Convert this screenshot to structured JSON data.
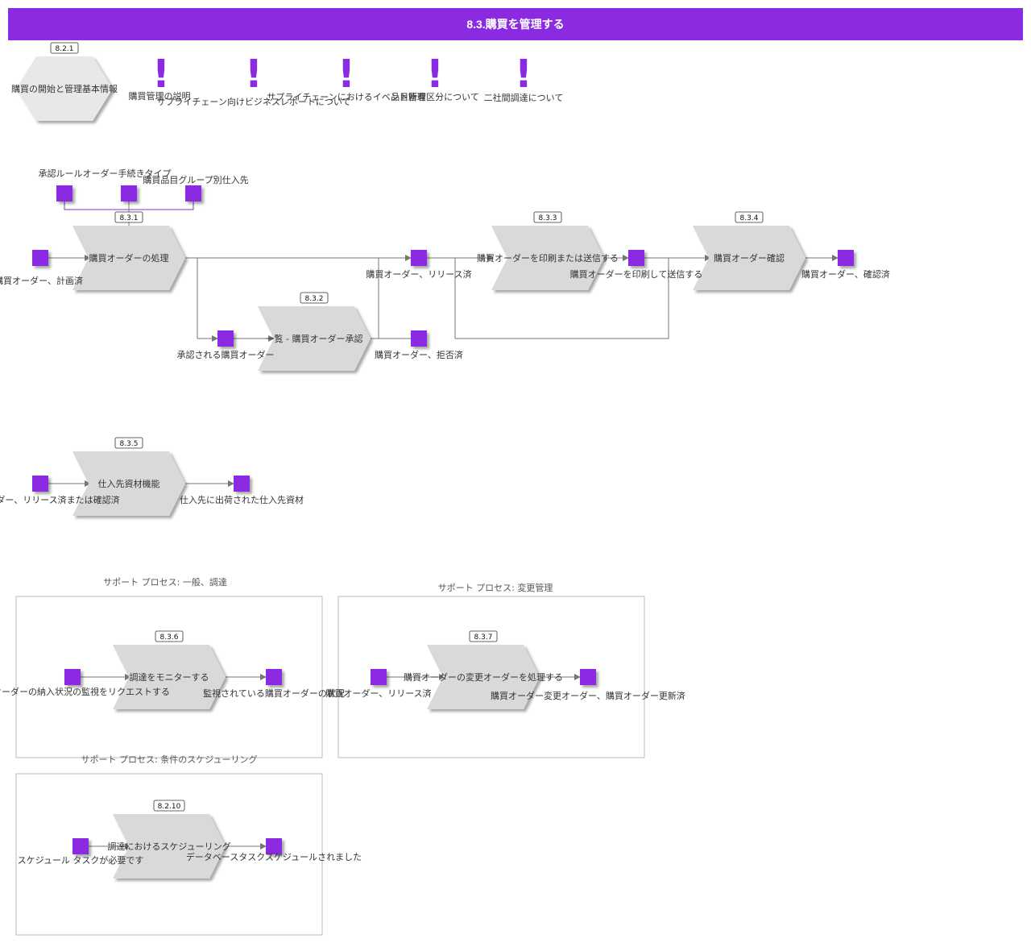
{
  "header": {
    "title": "8.3.購買を管理する"
  },
  "colors": {
    "accent": "#8a2be2",
    "process_fill": "#d9d9d9",
    "line": "#777777"
  },
  "hexagon": {
    "tag": "8.2.1",
    "label": "購買の開始と管理基本情報"
  },
  "notes": [
    {
      "label": "購買管理の説明"
    },
    {
      "label": "サプライチェーン向けビジネスレポートについて"
    },
    {
      "label": "サプライチェーンにおけるイベント管理"
    },
    {
      "label": "品目所有区分について"
    },
    {
      "label": "二社間調達について"
    }
  ],
  "processes": [
    {
      "tag": "8.3.1",
      "label": "購買オーダーの処理"
    },
    {
      "tag": "8.3.2",
      "label": "一覧 - 購買オーダー承認"
    },
    {
      "tag": "8.3.3",
      "label": "購買オーダーを印刷または送信する"
    },
    {
      "tag": "8.3.4",
      "label": "購買オーダー確認"
    },
    {
      "tag": "8.3.5",
      "label": "仕入先資材機能"
    },
    {
      "tag": "8.3.6",
      "label": "調達をモニターする"
    },
    {
      "tag": "8.3.7",
      "label": "購買オーダーの変更オーダーを処理する"
    },
    {
      "tag": "8.2.10",
      "label": "調達におけるスケジューリング"
    }
  ],
  "events": [
    {
      "label": "承認ルールオーダー手続きタイプ"
    },
    {
      "label": ""
    },
    {
      "label": "購買品目グループ別仕入先"
    },
    {
      "label": "購買オーダー、計画済"
    },
    {
      "label": "購買オーダー、リリース済"
    },
    {
      "label": "承認される購買オーダー"
    },
    {
      "label": "購買オーダー、拒否済"
    },
    {
      "label": "購買オーダーを印刷して送信する"
    },
    {
      "label": "購買オーダー、確認済"
    },
    {
      "label": "購買オーダー、リリース済または確認済"
    },
    {
      "label": "仕入先に出荷された仕入先資材"
    },
    {
      "label": "購買オーダーの納入状況の監視をリクエストする"
    },
    {
      "label": "監視されている購買オーダーの状況"
    },
    {
      "label": "購買オーダー、リリース済"
    },
    {
      "label": "購買オーダー変更オーダー、購買オーダー更新済"
    },
    {
      "label": "スケジュール タスクが必要です"
    },
    {
      "label": "データベースタスクスケジュールされました"
    }
  ],
  "lanes": [
    {
      "label": "サポート プロセス: 一般、調達"
    },
    {
      "label": "サポート プロセス: 変更管理"
    },
    {
      "label": "サポート プロセス: 条件のスケジューリング"
    }
  ]
}
